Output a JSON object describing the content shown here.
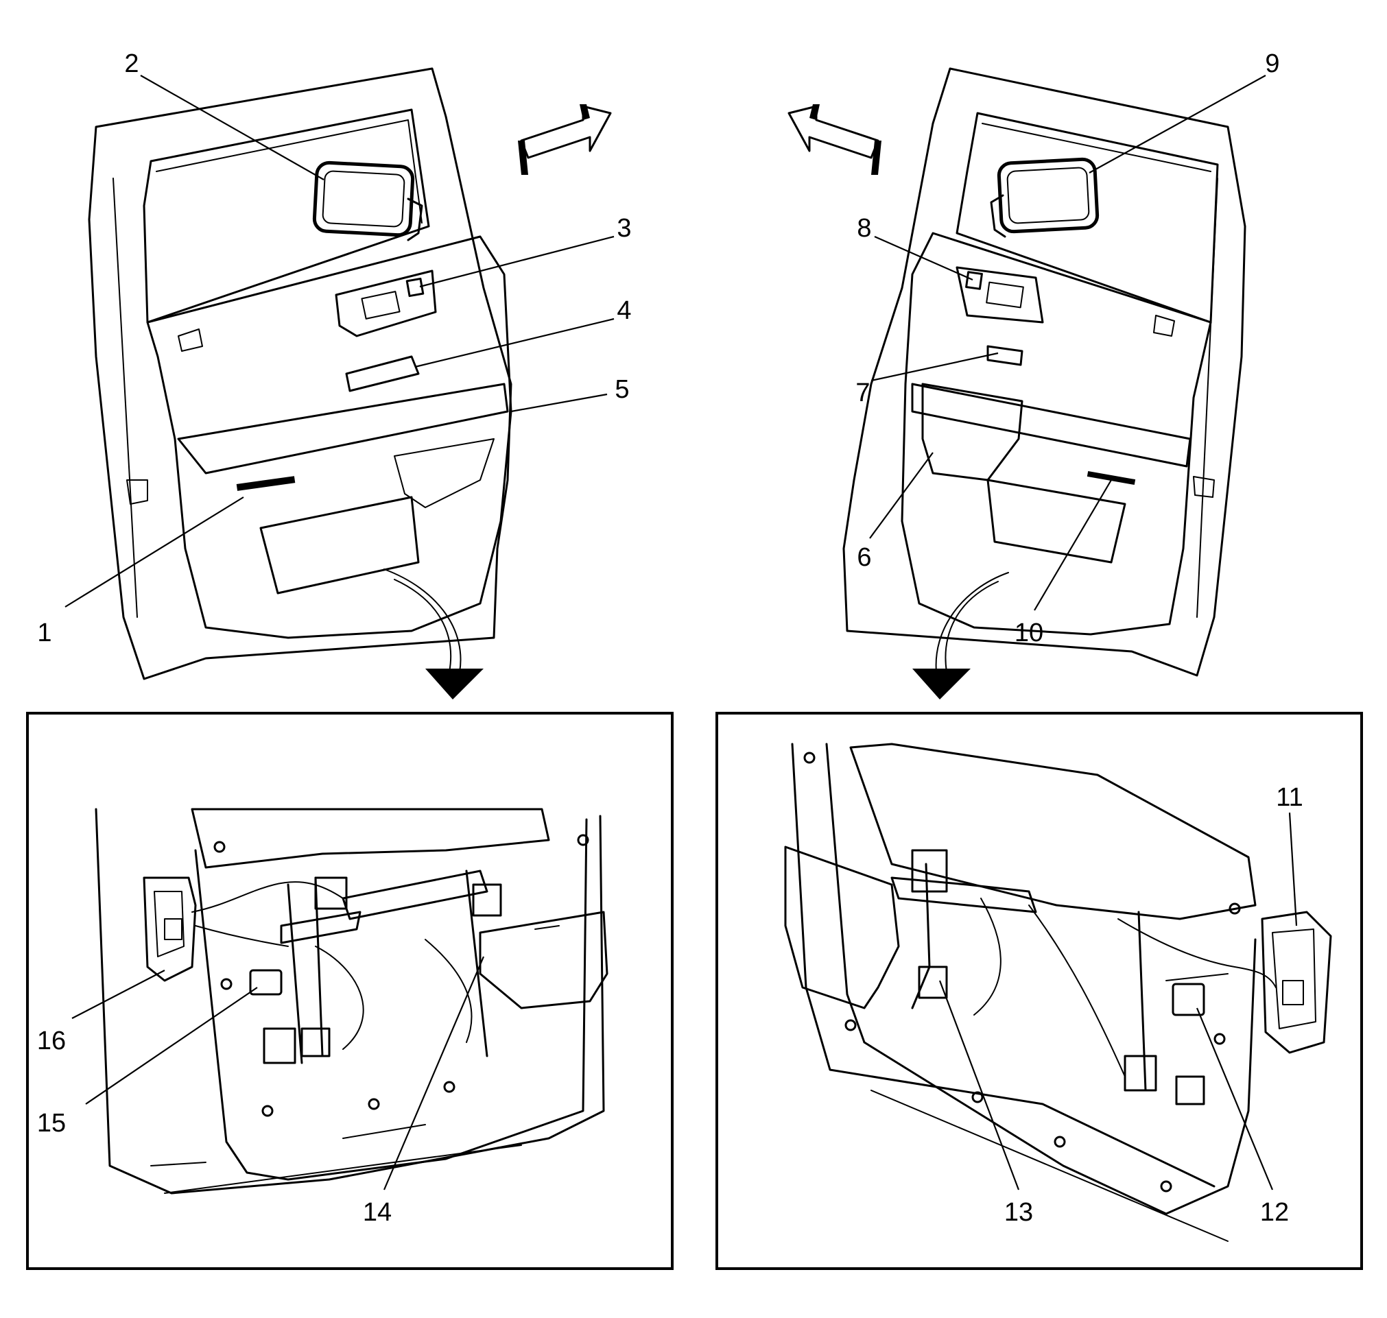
{
  "callouts": [
    {
      "id": "c1",
      "text": "1"
    },
    {
      "id": "c2",
      "text": "2"
    },
    {
      "id": "c3",
      "text": "3"
    },
    {
      "id": "c4",
      "text": "4"
    },
    {
      "id": "c5",
      "text": "5"
    },
    {
      "id": "c6",
      "text": "6"
    },
    {
      "id": "c7",
      "text": "7"
    },
    {
      "id": "c8",
      "text": "8"
    },
    {
      "id": "c9",
      "text": "9"
    },
    {
      "id": "c10",
      "text": "10"
    },
    {
      "id": "c11",
      "text": "11"
    },
    {
      "id": "c12",
      "text": "12"
    },
    {
      "id": "c13",
      "text": "13"
    },
    {
      "id": "c14",
      "text": "14"
    },
    {
      "id": "c15",
      "text": "15"
    },
    {
      "id": "c16",
      "text": "16"
    }
  ],
  "colors": {
    "line": "#000000",
    "background": "#ffffff"
  }
}
